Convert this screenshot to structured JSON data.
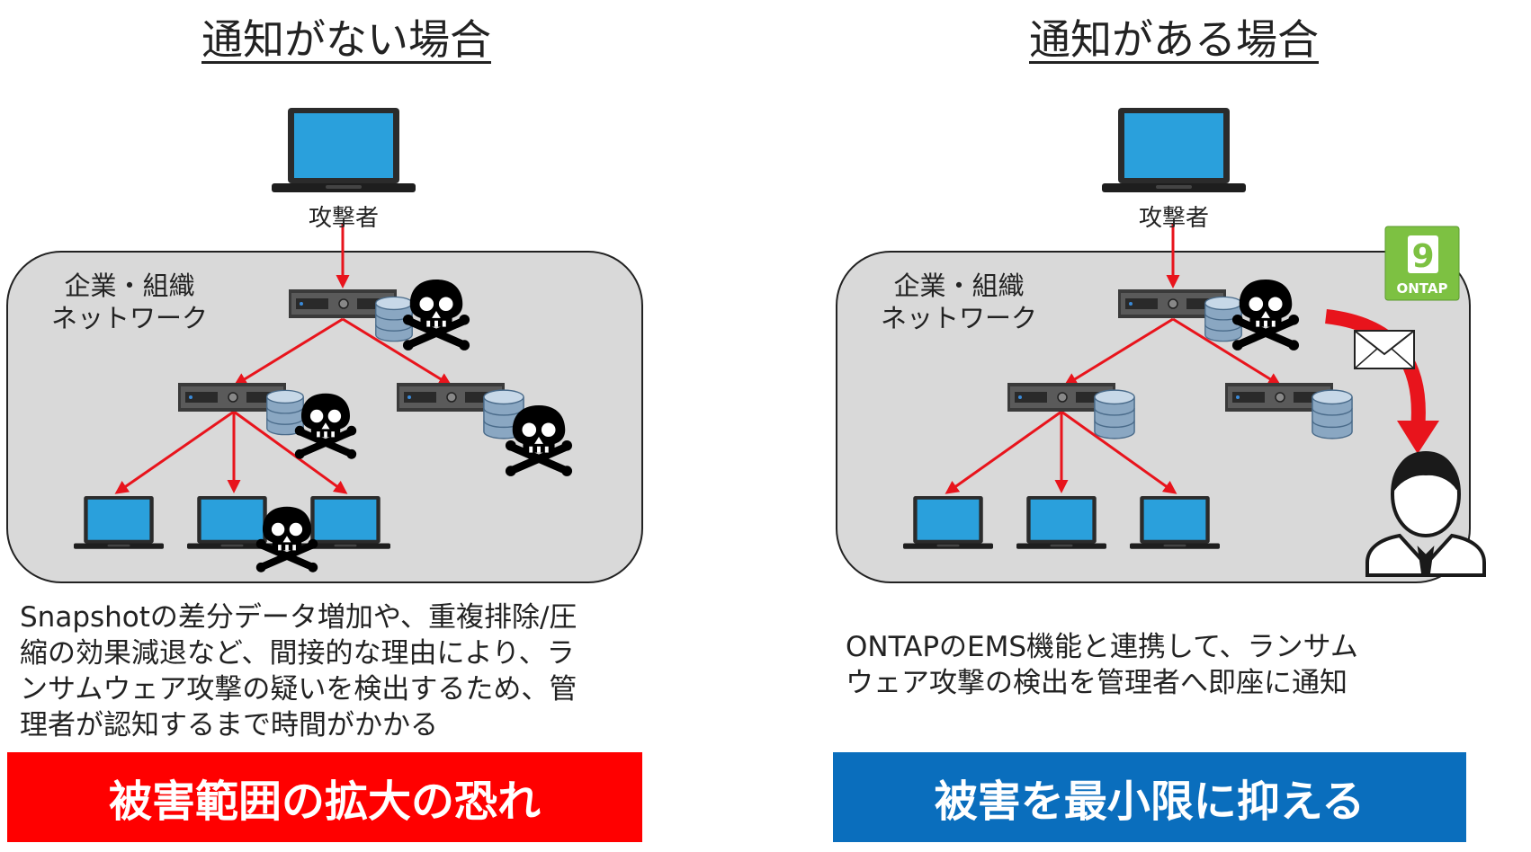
{
  "left_panel": {
    "title": "通知がない場合",
    "attacker_label": "攻撃者",
    "org_label_line1": "企業・組織",
    "org_label_line2": "ネットワーク",
    "description_lines": [
      "Snapshotの差分データ増加や、重複排除/圧",
      "縮の効果減退など、間接的な理由により、ラ",
      "ンサムウェア攻撃の疑いを検出するため、管",
      "理者が認知するまで時間がかかる"
    ],
    "banner_text": "被害範囲の拡大の恐れ",
    "banner_color": "#ff0000"
  },
  "right_panel": {
    "title": "通知がある場合",
    "attacker_label": "攻撃者",
    "org_label_line1": "企業・組織",
    "org_label_line2": "ネットワーク",
    "badge_number": "9",
    "badge_label": "ONTAP",
    "description_lines": [
      "ONTAPのEMS機能と連携して、ランサム",
      "ウェア攻撃の検出を管理者へ即座に通知"
    ],
    "banner_text": "被害を最小限に抑える",
    "banner_color": "#0a6ebd"
  },
  "icons": [
    "laptop-icon",
    "server-icon",
    "database-icon",
    "skull-crossbones-icon",
    "envelope-icon",
    "admin-person-icon",
    "ontap-logo"
  ],
  "colors": {
    "arrow": "#e8141c",
    "network_bg": "#d9d9d9",
    "badge_green": "#7dc142"
  }
}
